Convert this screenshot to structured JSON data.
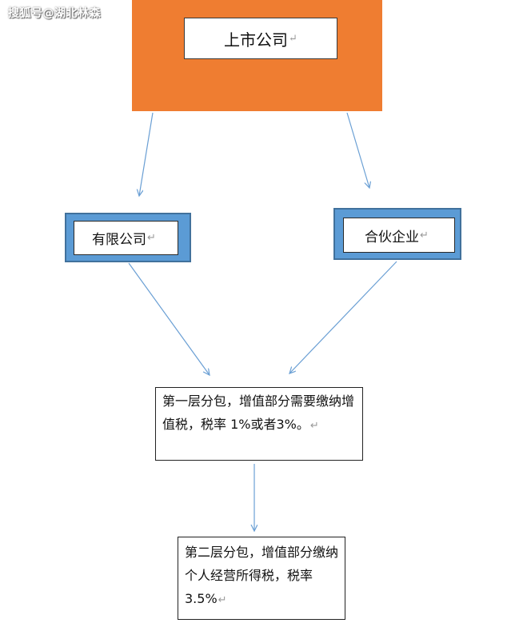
{
  "watermark": "搜狐号@湖北林森",
  "nodes": {
    "top": "上市公司",
    "left": "有限公司",
    "right": "合伙企业",
    "layer1": "第一层分包，增值部分需要缴纳增值税，税率 1%或者3%。",
    "layer2": "第二层分包，增值部分缴纳个人经营所得税，税率 3.5%"
  },
  "paragraph_mark": "↵",
  "colors": {
    "top_fill": "#ef7d31",
    "mid_fill": "#5b9bd5",
    "arrow": "#6a9fd4"
  }
}
